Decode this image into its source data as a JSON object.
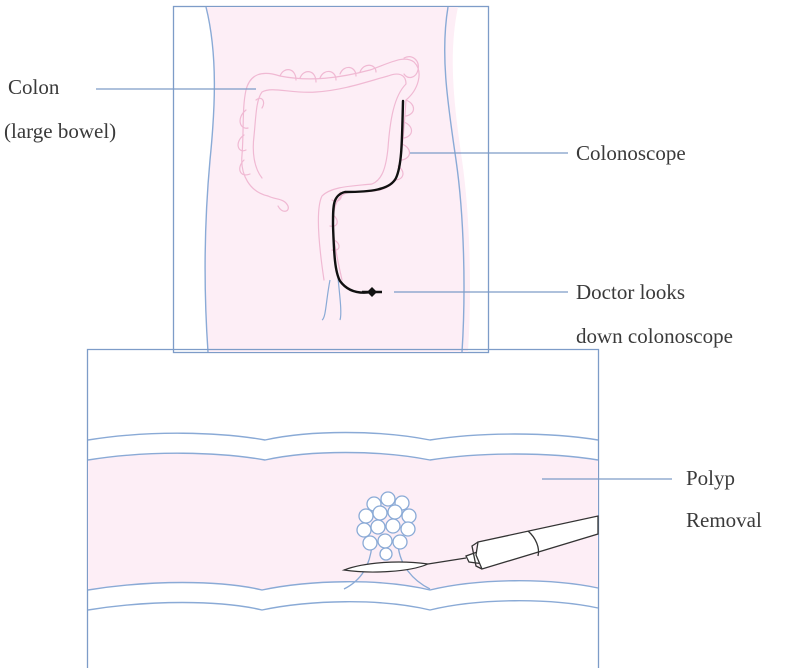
{
  "labels": {
    "colon": "Colon",
    "colon_sub": "(large bowel)",
    "colonoscope": "Colonoscope",
    "doctor_line1": "Doctor looks",
    "doctor_line2": "down colonoscope",
    "polyp_line1": "Polyp",
    "polyp_line2": "Removal"
  },
  "colors": {
    "frame": "#7d9cc8",
    "outline": "#8aaad6",
    "tissue_fill": "#fdeef6",
    "colon_stroke": "#f0b9d3",
    "scope": "#111111",
    "text": "#3a3a3a"
  }
}
